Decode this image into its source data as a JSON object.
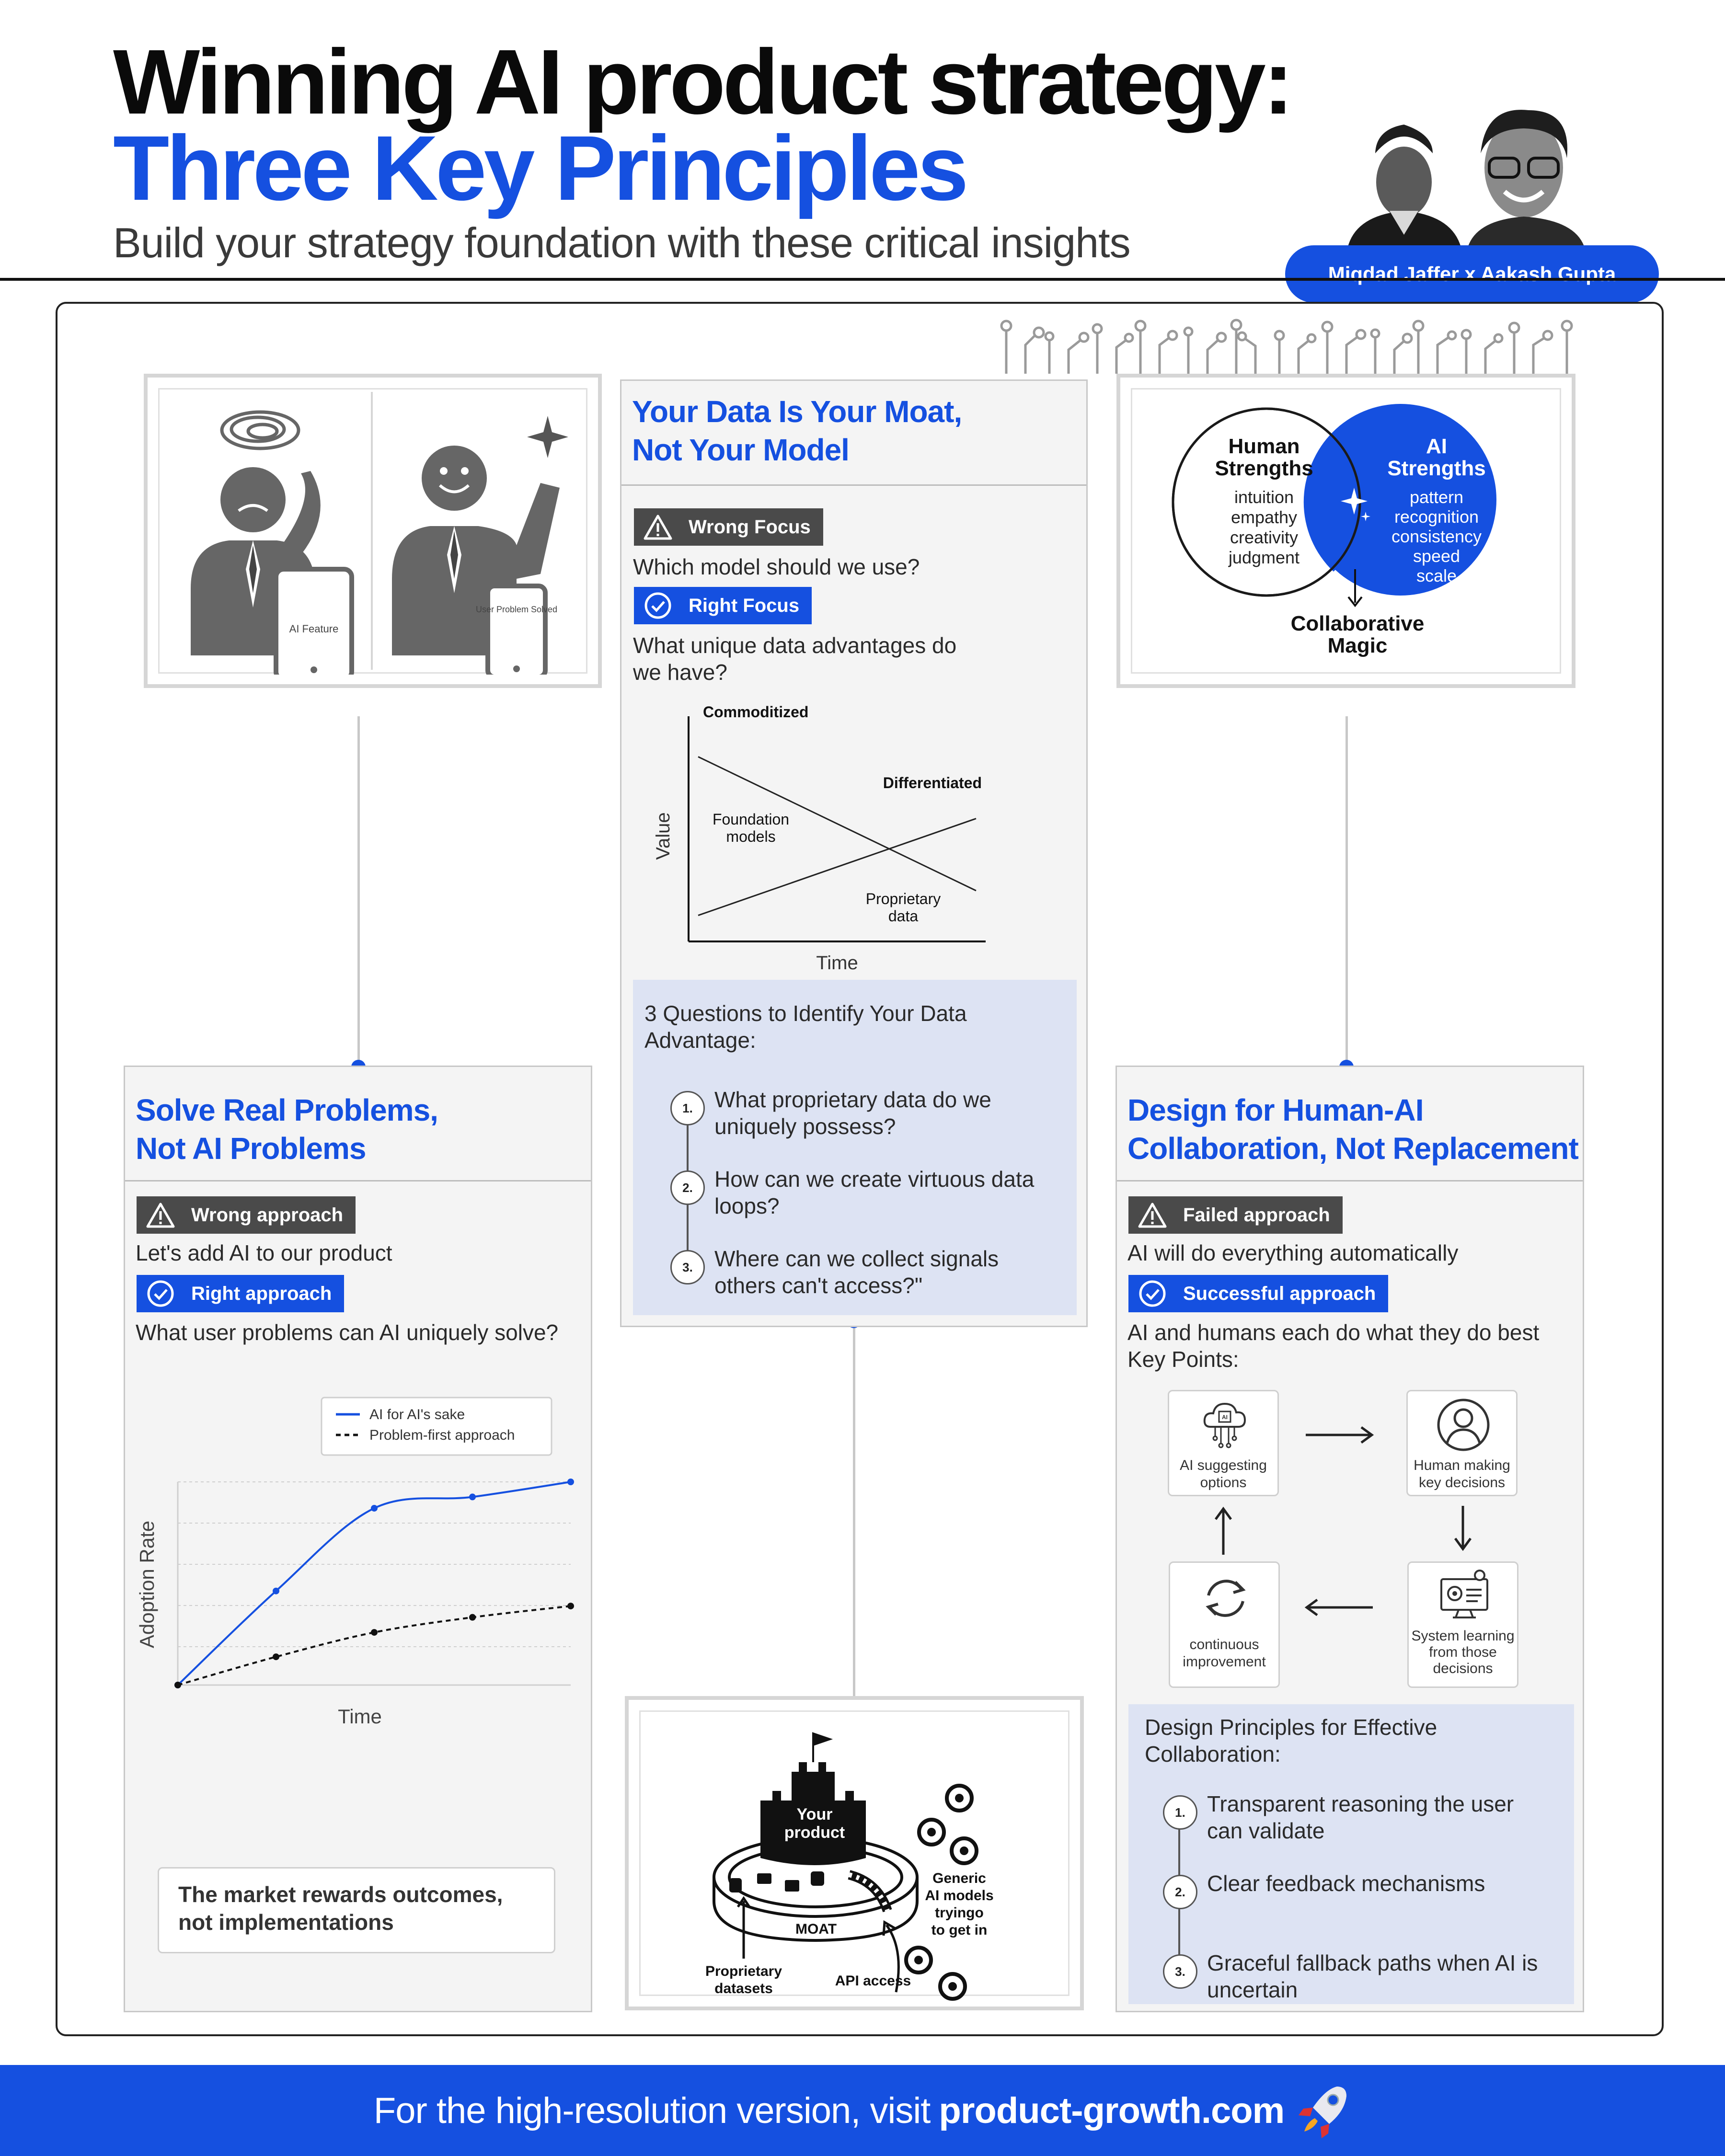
{
  "header": {
    "title_line1": "Winning AI product strategy:",
    "title_line2": "Three Key Principles",
    "subtitle": "Build your strategy foundation with these critical insights",
    "authors": "Miqdad Jaffer x Aakash Gupta"
  },
  "principle1": {
    "illustration": {
      "left_phone_label": "AI Feature",
      "right_phone_label": "User Problem Solved"
    },
    "title_line1": "Solve Real Problems,",
    "title_line2": "Not AI Problems",
    "wrong_label": "Wrong approach",
    "wrong_text": "Let's add AI to our product",
    "right_label": "Right approach",
    "right_text": "What user problems can AI uniquely solve?",
    "takeaway_line1": "The market rewards outcomes,",
    "takeaway_line2": "not implementations"
  },
  "principle2": {
    "title_line1": "Your Data Is Your Moat,",
    "title_line2": "Not Your Model",
    "wrong_label": "Wrong Focus",
    "wrong_text": "Which model should we use?",
    "right_label": "Right Focus",
    "right_text_line1": "What unique data advantages do",
    "right_text_line2": "we have?",
    "questions_title_line1": "3 Questions to Identify Your Data",
    "questions_title_line2": "Advantage:",
    "questions": [
      {
        "num": "1.",
        "line1": "What proprietary data do we",
        "line2": "uniquely possess?"
      },
      {
        "num": "2.",
        "line1": "How can we create virtuous data",
        "line2": "loops?"
      },
      {
        "num": "3.",
        "line1": "Where can we collect signals",
        "line2": "others can't access?\""
      }
    ],
    "moat_illustration": {
      "castle_line1": "Your",
      "castle_line2": "product",
      "moat": "MOAT",
      "datasets_line1": "Proprietary",
      "datasets_line2": "datasets",
      "api": "API access",
      "generic_line1": "Generic",
      "generic_line2": "AI models",
      "generic_line3": "tryingo",
      "generic_line4": "to get in"
    }
  },
  "principle3": {
    "venn": {
      "human_title_line1": "Human",
      "human_title_line2": "Strengths",
      "human_items": [
        "intuition",
        "empathy",
        "creativity",
        "judgment"
      ],
      "ai_title_line1": "AI",
      "ai_title_line2": "Strengths",
      "ai_items": [
        "pattern",
        "recognition",
        "consistency",
        "speed",
        "scale"
      ],
      "result_line1": "Collaborative",
      "result_line2": "Magic"
    },
    "title_line1": "Design for Human-AI",
    "title_line2": "Collaboration, Not Replacement",
    "wrong_label": "Failed approach",
    "wrong_text": "AI will do everything automatically",
    "right_label": "Successful approach",
    "right_text": "AI and humans each do what they do best",
    "key_points_label": "Key Points:",
    "cycle": [
      {
        "icon": "ai-cloud-icon",
        "line1": "AI suggesting",
        "line2": "options"
      },
      {
        "icon": "user-icon",
        "line1": "Human making",
        "line2": "key decisions"
      },
      {
        "icon": "system-gear-icon",
        "line1": "System learning",
        "line2": "from those",
        "line3": "decisions"
      },
      {
        "icon": "refresh-cycle-icon",
        "line1": "continuous",
        "line2": "improvement"
      }
    ],
    "principles_title_line1": "Design Principles for Effective",
    "principles_title_line2": "Collaboration:",
    "principles": [
      {
        "num": "1.",
        "line1": "Transparent reasoning the user",
        "line2": "can validate"
      },
      {
        "num": "2.",
        "line1": "Clear feedback mechanisms",
        "line2": ""
      },
      {
        "num": "3.",
        "line1": "Graceful fallback paths when AI is",
        "line2": "uncertain"
      }
    ]
  },
  "chart_data": [
    {
      "type": "line",
      "title": "",
      "xlabel": "Time",
      "ylabel": "Value",
      "annotations": [
        "Commoditized",
        "Differentiated",
        "Foundation models",
        "Proprietary data"
      ],
      "series": [
        {
          "name": "Foundation models",
          "x": [
            0,
            1
          ],
          "values": [
            0.85,
            0.2
          ]
        },
        {
          "name": "Proprietary data",
          "x": [
            0,
            1
          ],
          "values": [
            0.08,
            0.55
          ]
        }
      ]
    },
    {
      "type": "line",
      "title": "",
      "xlabel": "Time",
      "ylabel": "Adoption Rate",
      "grid": true,
      "legend": "top-right",
      "series": [
        {
          "name": "AI for AI's sake",
          "style": "solid",
          "color": "#1550e0",
          "x": [
            0,
            1,
            2,
            3,
            4
          ],
          "values": [
            0,
            0.5,
            0.94,
            1.0,
            1.08
          ]
        },
        {
          "name": "Problem-first approach",
          "style": "dashed",
          "color": "#111111",
          "x": [
            0,
            1,
            2,
            3,
            4
          ],
          "values": [
            0,
            0.15,
            0.28,
            0.36,
            0.42
          ]
        }
      ]
    }
  ],
  "footer": {
    "prefix": "For the high-resolution version, visit",
    "site": "product-growth.com",
    "icon": "rocket-icon"
  },
  "colors": {
    "accent": "#1550e0",
    "dark": "#0a0a0a",
    "panel": "#f4f4f4",
    "question_box": "#dde3f3"
  }
}
